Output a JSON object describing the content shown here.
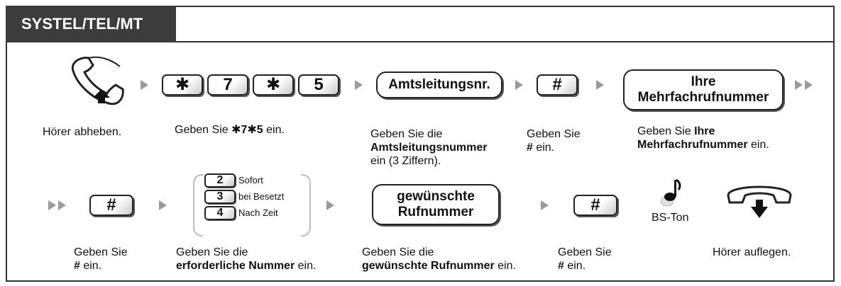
{
  "header": {
    "title": "SYSTEL/TEL/MT"
  },
  "row1": {
    "steps": [
      {
        "caption": "Hörer abheben."
      },
      {
        "keys": [
          "✱",
          "7",
          "✱",
          "5"
        ],
        "caption_pre": "Geben Sie ",
        "caption_code": "✱7✱5",
        "caption_post": " ein."
      },
      {
        "box_label": "Amtsleitungsnr.",
        "caption_l1": "Geben Sie die",
        "caption_bold": "Amtsleitungsnummer",
        "caption_l3": "ein (3 Ziffern)."
      },
      {
        "key": "#",
        "caption_l1": "Geben Sie",
        "caption_bold": "#",
        "caption_post": " ein."
      },
      {
        "box_l1": "Ihre",
        "box_l2": "Mehrfachrufnummer",
        "caption_pre": "Geben Sie ",
        "caption_bold1": "Ihre",
        "caption_bold2": "Mehrfachrufnummer",
        "caption_post": " ein."
      }
    ]
  },
  "row2": {
    "steps": [
      {
        "key": "#",
        "caption_l1": "Geben Sie",
        "caption_bold": "#",
        "caption_post": " ein."
      },
      {
        "options": [
          {
            "key": "2",
            "label": "Sofort"
          },
          {
            "key": "3",
            "label": "bei Besetzt"
          },
          {
            "key": "4",
            "label": "Nach Zeit"
          }
        ],
        "caption_l1": "Geben Sie die",
        "caption_bold": "erforderliche Nummer",
        "caption_post": " ein."
      },
      {
        "box_l1": "gewünschte",
        "box_l2": "Rufnummer",
        "caption_l1": "Geben Sie die",
        "caption_bold": "gewünschte Rufnummer",
        "caption_post": " ein."
      },
      {
        "key": "#",
        "caption_l1": "Geben Sie",
        "caption_bold": "#",
        "caption_post": " ein."
      },
      {
        "tone_label": "BS-Ton"
      },
      {
        "caption": "Hörer auflegen."
      }
    ]
  },
  "colors": {
    "tab_bg": "#3c3c3c",
    "arrow": "#9a9a9a",
    "border": "#333333"
  },
  "icons": {
    "offhook": "handset-offhook-icon",
    "onhook": "handset-onhook-icon",
    "tone": "music-note-icon",
    "arrow": "triangle-right-icon"
  }
}
